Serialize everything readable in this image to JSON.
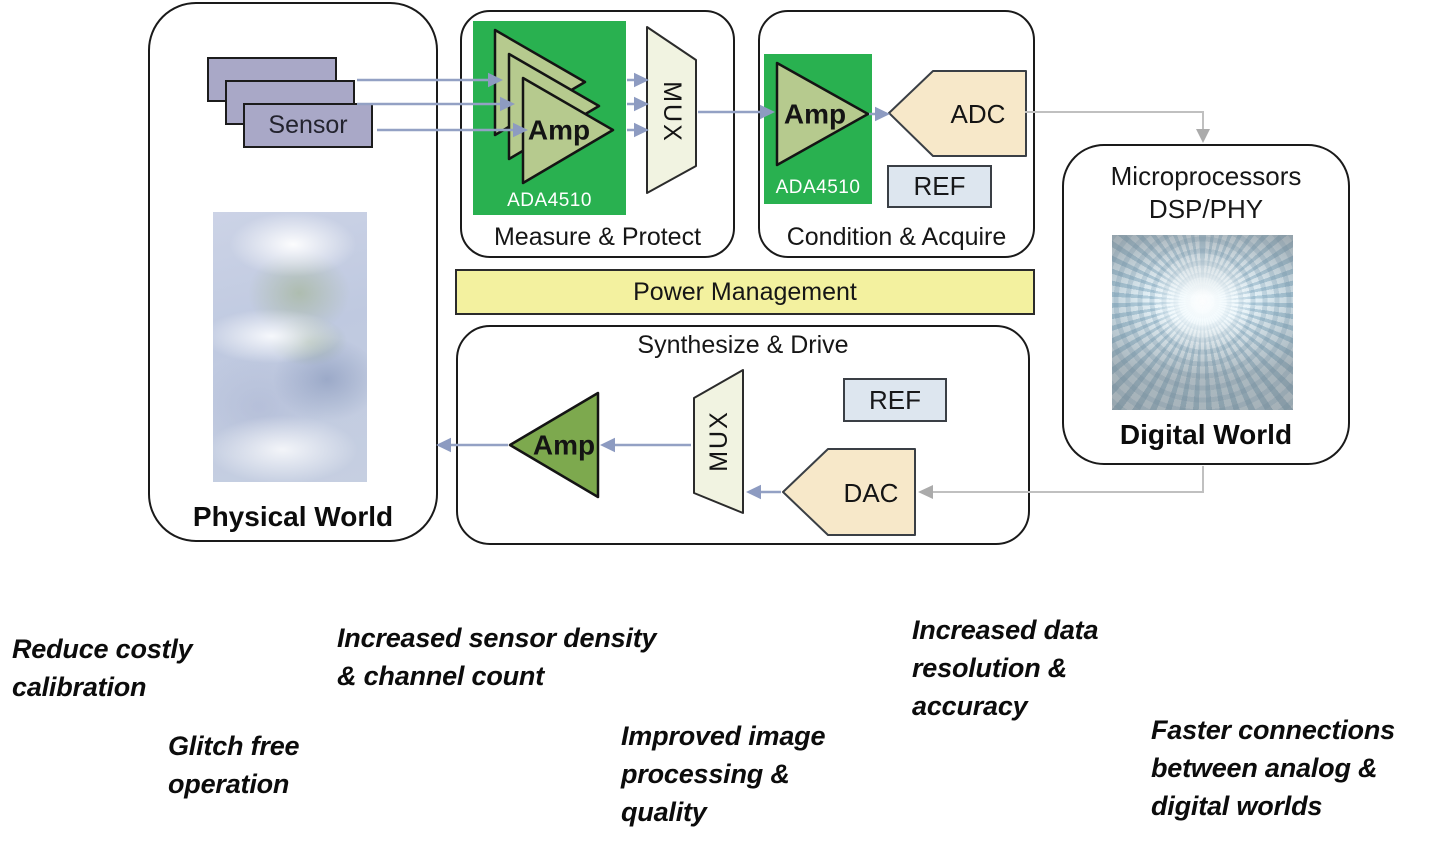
{
  "diagram": {
    "physical_world": {
      "label": "Physical World",
      "sensor": "Sensor"
    },
    "measure_protect": {
      "title": "Measure & Protect",
      "amp": "Amp",
      "part": "ADA4510",
      "mux": "MUX"
    },
    "condition_acquire": {
      "title": "Condition & Acquire",
      "amp": "Amp",
      "part": "ADA4510",
      "adc": "ADC",
      "ref": "REF"
    },
    "power_management": {
      "title": "Power Management"
    },
    "synthesize_drive": {
      "title": "Synthesize & Drive",
      "amp": "Amp",
      "mux": "MUX",
      "ref": "REF",
      "dac": "DAC"
    },
    "digital_world": {
      "line1": "Microprocessors",
      "line2": "DSP/PHY",
      "label": "Digital World"
    }
  },
  "benefits": [
    {
      "text": "Reduce costly\ncalibration"
    },
    {
      "text": "Glitch free\noperation"
    },
    {
      "text": "Increased sensor density\n& channel count"
    },
    {
      "text": "Improved image\nprocessing &\nquality"
    },
    {
      "text": "Increased data\nresolution &\naccuracy"
    },
    {
      "text": "Faster connections\nbetween analog &\ndigital worlds"
    }
  ],
  "images": {
    "earth": "earth-satellite-image",
    "digital": "binary-tunnel-image"
  },
  "colors": {
    "amp_block_green": "#29b150",
    "amp_triangle_light": "#b6ca8e",
    "amp_triangle_dark": "#7da94e",
    "mux_fill": "#f1f3e1",
    "converter_fill": "#f7e8c9",
    "ref_fill": "#dde6ef",
    "power_fill": "#f3f19f",
    "sensor_fill": "#a9a8c7",
    "arrow_blue": "#93a1c4",
    "arrow_gray": "#c0c0c0"
  }
}
